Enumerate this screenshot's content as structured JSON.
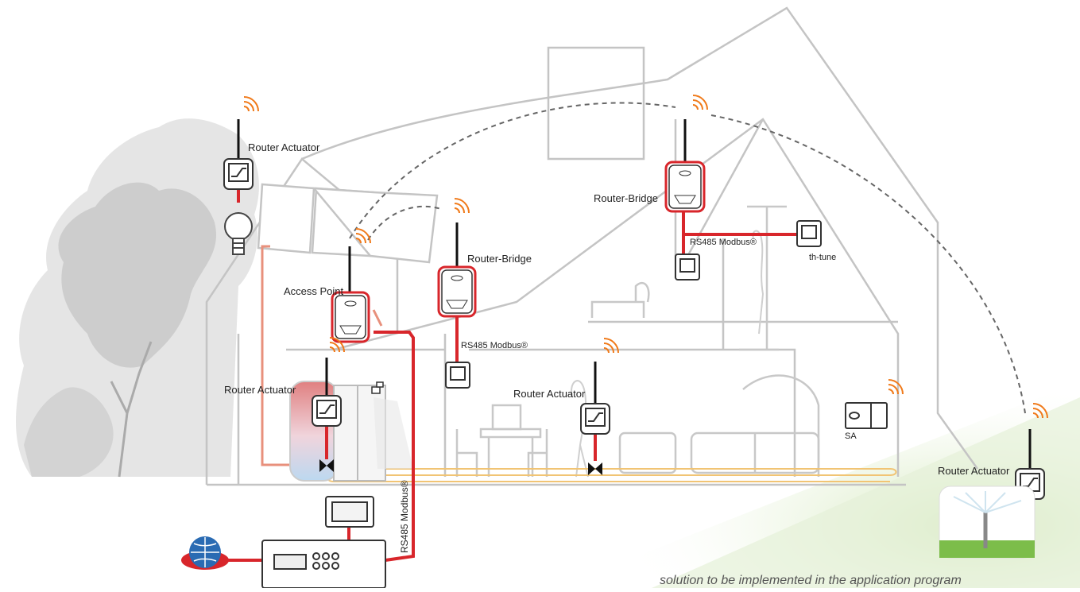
{
  "labels": {
    "router_actuator_tree": "Router Actuator",
    "router_actuator_boiler": "Router Actuator",
    "router_actuator_living": "Router Actuator",
    "router_actuator_garden": "Router Actuator",
    "access_point": "Access Point",
    "router_bridge_center": "Router-Bridge",
    "router_bridge_upper": "Router-Bridge",
    "rs485_center": "RS485 Modbus®",
    "rs485_upper": "RS485 Modbus®",
    "rs485_vertical": "RS485 Modbus®",
    "th_tune": "th-tune",
    "sa": "SA"
  },
  "caption": "solution to be implemented in the application program",
  "colors": {
    "house_line": "#c4c4c4",
    "wire_red": "#d8262b",
    "wire_light_red": "#e8907c",
    "floor_heating": "#f1c474",
    "signal": "#f07a1a",
    "dashed_link": "#666666",
    "tree": "#b9b9b9",
    "garden_green": "#cfe6b4"
  }
}
